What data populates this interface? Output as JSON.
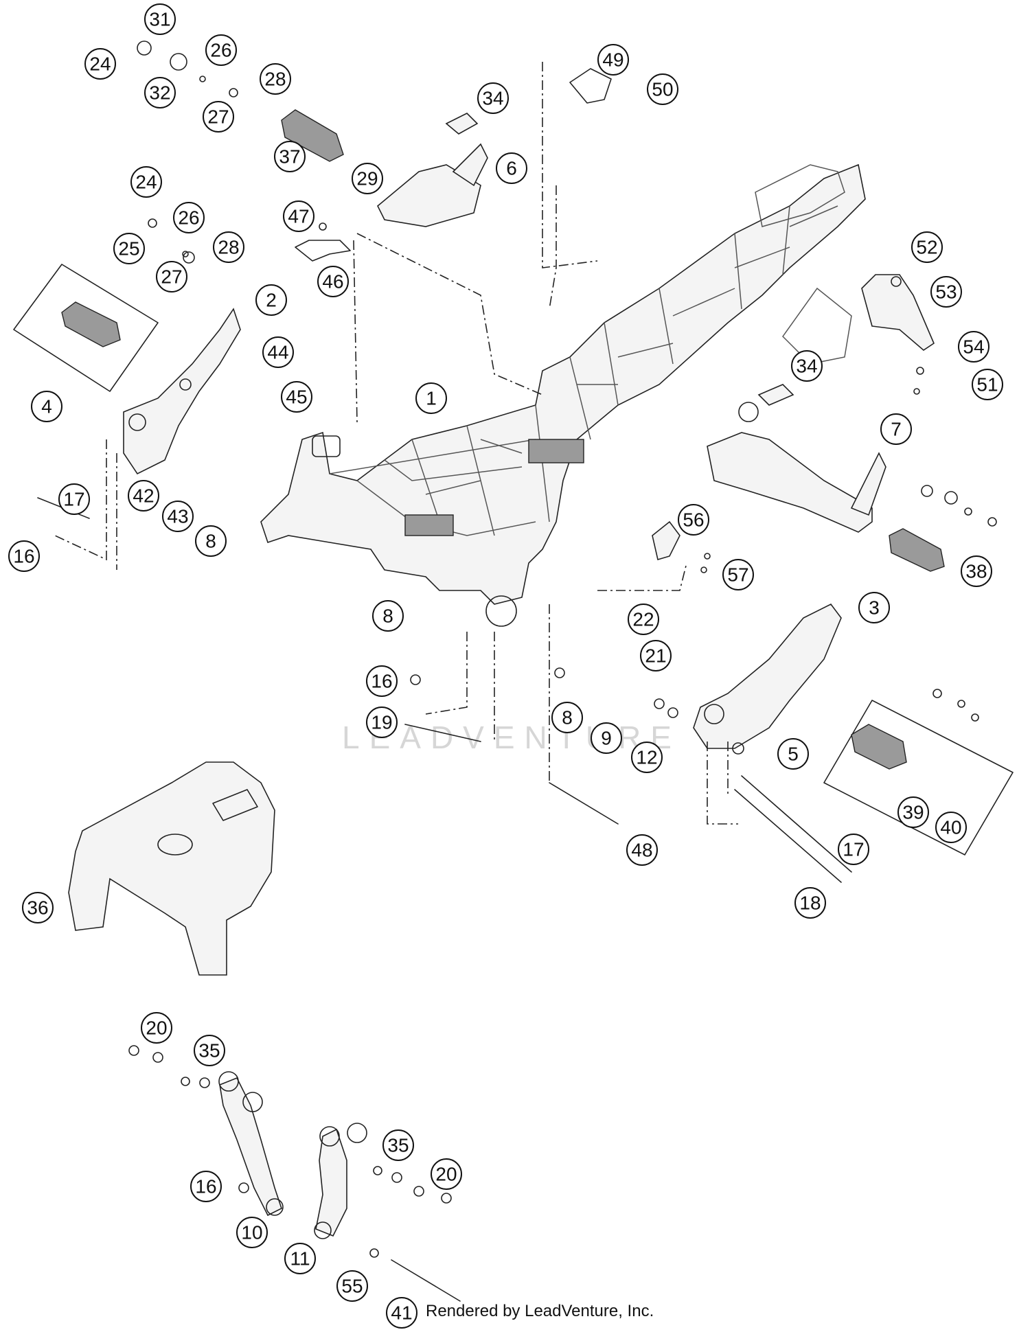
{
  "footer_text": "Rendered by LeadVenture, Inc.",
  "watermark_text": "LEADVENTURE",
  "colors": {
    "line": "#222222",
    "background": "#ffffff"
  },
  "callouts": [
    {
      "label": "31"
    },
    {
      "label": "24"
    },
    {
      "label": "26"
    },
    {
      "label": "32"
    },
    {
      "label": "28"
    },
    {
      "label": "27"
    },
    {
      "label": "37"
    },
    {
      "label": "24"
    },
    {
      "label": "26"
    },
    {
      "label": "25"
    },
    {
      "label": "28"
    },
    {
      "label": "27"
    },
    {
      "label": "4"
    },
    {
      "label": "2"
    },
    {
      "label": "44"
    },
    {
      "label": "45"
    },
    {
      "label": "17"
    },
    {
      "label": "42"
    },
    {
      "label": "43"
    },
    {
      "label": "16"
    },
    {
      "label": "8"
    },
    {
      "label": "29"
    },
    {
      "label": "6"
    },
    {
      "label": "34"
    },
    {
      "label": "49"
    },
    {
      "label": "50"
    },
    {
      "label": "47"
    },
    {
      "label": "46"
    },
    {
      "label": "1"
    },
    {
      "label": "52"
    },
    {
      "label": "53"
    },
    {
      "label": "54"
    },
    {
      "label": "51"
    },
    {
      "label": "34"
    },
    {
      "label": "7"
    },
    {
      "label": "56"
    },
    {
      "label": "57"
    },
    {
      "label": "38"
    },
    {
      "label": "8"
    },
    {
      "label": "22"
    },
    {
      "label": "21"
    },
    {
      "label": "3"
    },
    {
      "label": "16"
    },
    {
      "label": "19"
    },
    {
      "label": "8"
    },
    {
      "label": "9"
    },
    {
      "label": "12"
    },
    {
      "label": "5"
    },
    {
      "label": "39"
    },
    {
      "label": "40"
    },
    {
      "label": "48"
    },
    {
      "label": "17"
    },
    {
      "label": "18"
    },
    {
      "label": "36"
    },
    {
      "label": "20"
    },
    {
      "label": "35"
    },
    {
      "label": "35"
    },
    {
      "label": "20"
    },
    {
      "label": "16"
    },
    {
      "label": "10"
    },
    {
      "label": "11"
    },
    {
      "label": "55"
    },
    {
      "label": "41"
    }
  ]
}
